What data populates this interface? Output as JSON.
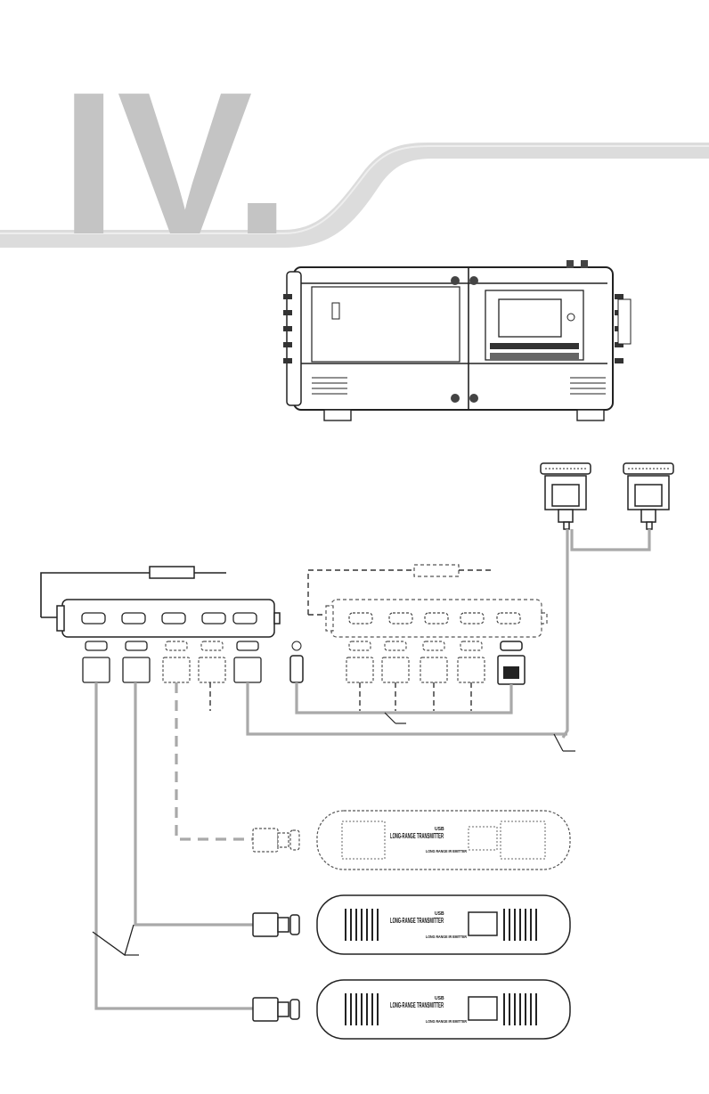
{
  "chapter": {
    "numeral": "IV."
  },
  "transmitters": [
    {
      "name": "LONG-RANGE TRANSMITTER",
      "port": "USB",
      "note": "LONG RANGE IR EMITTER",
      "style": "dashed"
    },
    {
      "name": "LONG-RANGE TRANSMITTER",
      "port": "USB",
      "note": "LONG RANGE IR EMITTER",
      "style": "solid"
    },
    {
      "name": "LONG-RANGE TRANSMITTER",
      "port": "USB",
      "note": "LONG RANGE IR EMITTER",
      "style": "solid"
    }
  ],
  "colors": {
    "numeral": "#c4c4c4",
    "band": "#d9d9d9",
    "cable": "#a9a9a9",
    "line": "#222222"
  }
}
